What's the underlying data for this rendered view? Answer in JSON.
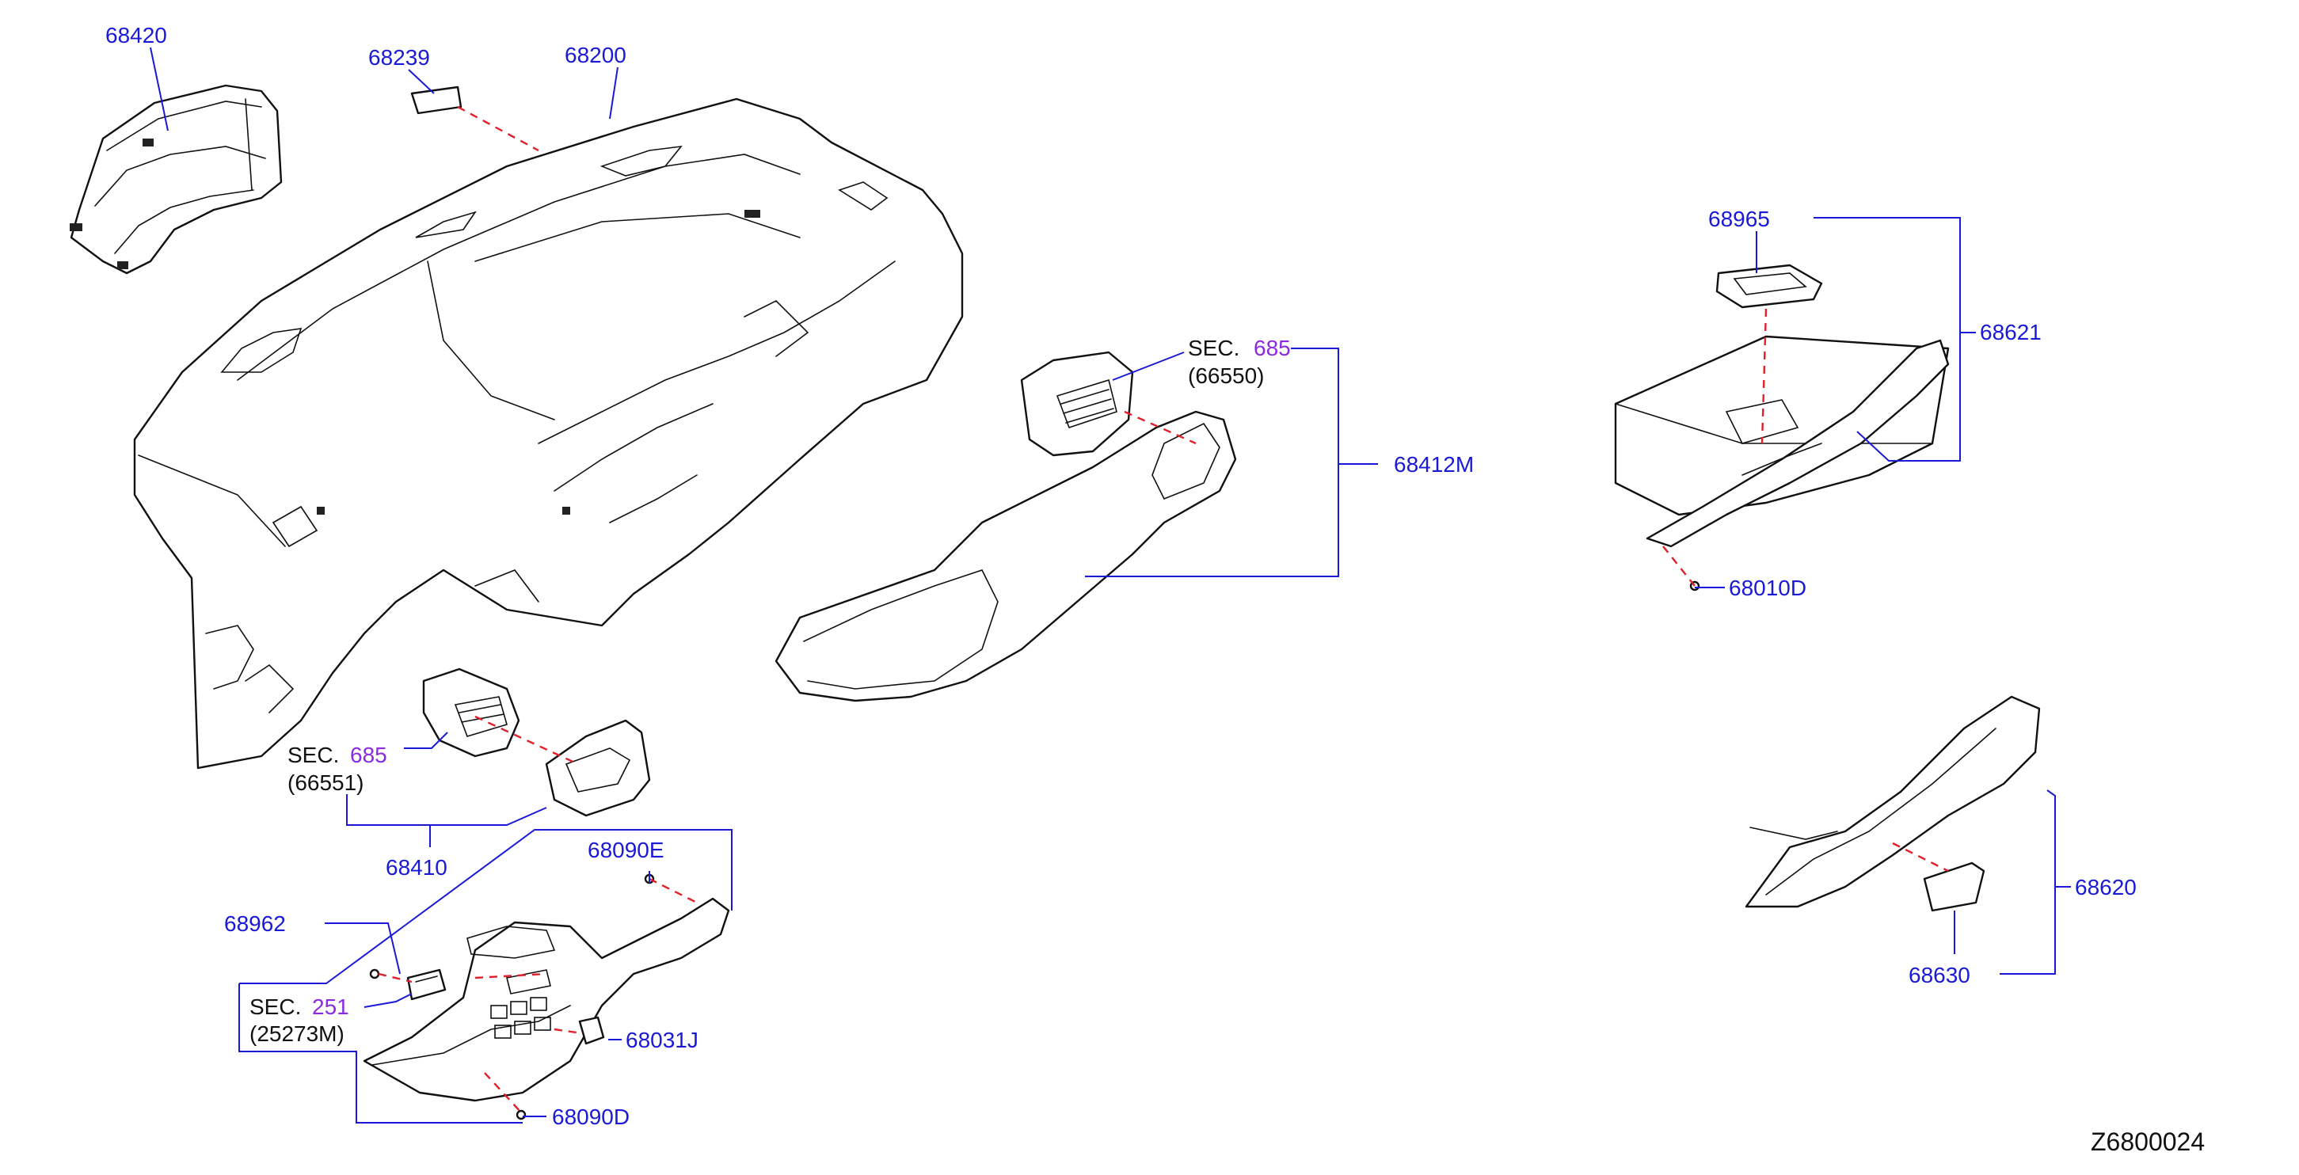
{
  "diagram_id": "Z6800024",
  "colors": {
    "part_number": "#1a1ad6",
    "section_ref": "#8a2be2",
    "text": "#111111",
    "leader": "#1a1ad6",
    "dashed_line": "#e0202a"
  },
  "part_numbers": {
    "p68420": "68420",
    "p68239": "68239",
    "p68200": "68200",
    "p68965": "68965",
    "p68621": "68621",
    "p68412M": "68412M",
    "p68010D": "68010D",
    "p68410": "68410",
    "p68090E": "68090E",
    "p68962": "68962",
    "p68031J": "68031J",
    "p68090D": "68090D",
    "p68620": "68620",
    "p68630": "68630"
  },
  "section_refs": [
    {
      "prefix": "SEC.",
      "number": "685",
      "code": "(66550)"
    },
    {
      "prefix": "SEC.",
      "number": "685",
      "code": "(66551)"
    },
    {
      "prefix": "SEC.",
      "number": "251",
      "code": "(25273M)"
    }
  ],
  "icons": [
    "instrument-hood",
    "dashboard-panel",
    "glove-box",
    "air-vent",
    "finisher-panel",
    "lower-cover",
    "screw",
    "clip",
    "console-finisher"
  ]
}
